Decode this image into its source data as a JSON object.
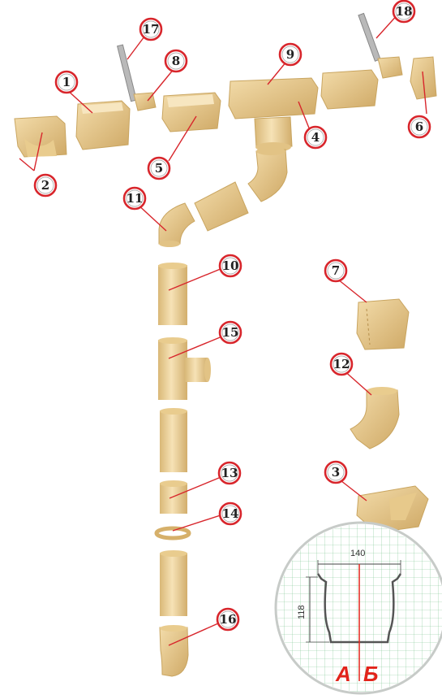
{
  "callouts": [
    "1",
    "2",
    "3",
    "4",
    "5",
    "6",
    "7",
    "8",
    "9",
    "10",
    "11",
    "12",
    "13",
    "14",
    "15",
    "16",
    "17",
    "18"
  ],
  "detail": {
    "width_label": "140",
    "height_label": "118",
    "side_a": "А",
    "side_b": "Б"
  },
  "colors": {
    "part": "#f1d9a3",
    "part_shade": "#d9b877",
    "badge_ring": "#d8262c",
    "leader": "#d8262c",
    "grid": "#7cc58f",
    "circle_edge": "#c7cbc8"
  }
}
